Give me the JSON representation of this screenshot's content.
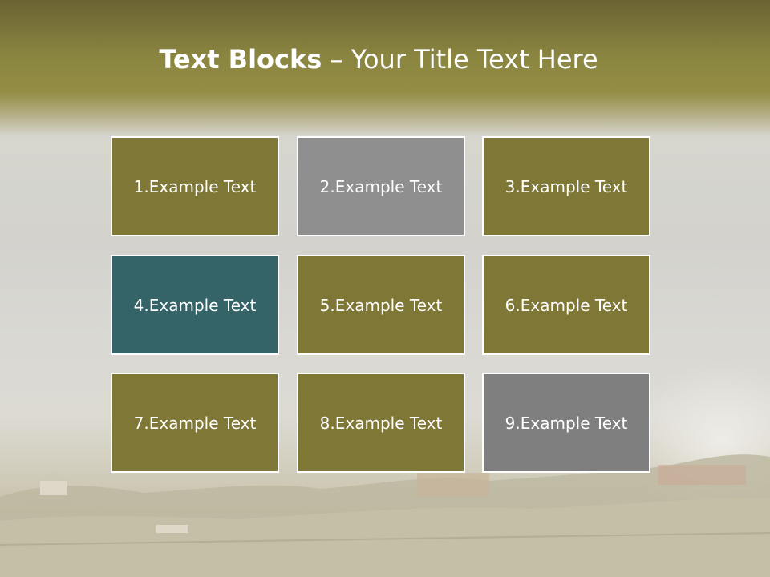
{
  "slide": {
    "title_bold": "Text Blocks",
    "title_rest": " – Your Title Text Here"
  },
  "blocks": [
    {
      "label": "1.Example Text",
      "color": "#7f7735"
    },
    {
      "label": "2.Example Text",
      "color": "#8f8f8f"
    },
    {
      "label": "3.Example Text",
      "color": "#7f7735"
    },
    {
      "label": "4.Example Text",
      "color": "#346468"
    },
    {
      "label": "5.Example Text",
      "color": "#7f7735"
    },
    {
      "label": "6.Example Text",
      "color": "#7f7735"
    },
    {
      "label": "7.Example Text",
      "color": "#7f7735"
    },
    {
      "label": "8.Example Text",
      "color": "#7f7735"
    },
    {
      "label": "9.Example Text",
      "color": "#7f7f7f"
    }
  ]
}
